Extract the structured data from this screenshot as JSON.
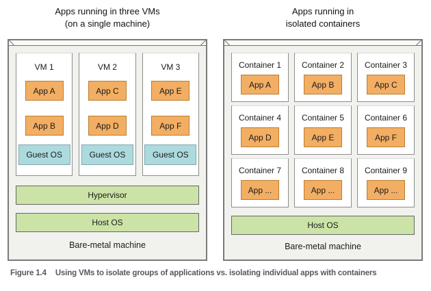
{
  "left_panel": {
    "title_line1": "Apps running in three VMs",
    "title_line2": "(on a single machine)",
    "vms": [
      {
        "name": "VM 1",
        "apps": [
          "App A",
          "App B"
        ],
        "os": "Guest OS"
      },
      {
        "name": "VM 2",
        "apps": [
          "App C",
          "App D"
        ],
        "os": "Guest OS"
      },
      {
        "name": "VM 3",
        "apps": [
          "App E",
          "App F"
        ],
        "os": "Guest OS"
      }
    ],
    "hypervisor_label": "Hypervisor",
    "host_os_label": "Host OS",
    "machine_label": "Bare-metal machine"
  },
  "right_panel": {
    "title_line1": "Apps running in",
    "title_line2": "isolated containers",
    "containers": [
      {
        "name": "Container 1",
        "app": "App A"
      },
      {
        "name": "Container 2",
        "app": "App B"
      },
      {
        "name": "Container 3",
        "app": "App C"
      },
      {
        "name": "Container 4",
        "app": "App D"
      },
      {
        "name": "Container 5",
        "app": "App E"
      },
      {
        "name": "Container 6",
        "app": "App F"
      },
      {
        "name": "Container 7",
        "app": "App ..."
      },
      {
        "name": "Container 8",
        "app": "App ..."
      },
      {
        "name": "Container 9",
        "app": "App ..."
      }
    ],
    "host_os_label": "Host OS",
    "machine_label": "Bare-metal machine"
  },
  "caption": {
    "label": "Figure 1.4",
    "text": "Using VMs to isolate groups of applications vs. isolating individual apps with containers"
  },
  "colors": {
    "app_fill": "#f2ae63",
    "app_border": "#bb7d33",
    "guest_os_fill": "#acdade",
    "guest_os_border": "#7fa8ad",
    "layer_fill": "#cce3a7",
    "layer_border": "#666666",
    "machine_fill": "#f1f1ee",
    "machine_border": "#7a7a7a",
    "caption_text": "#58585a"
  }
}
